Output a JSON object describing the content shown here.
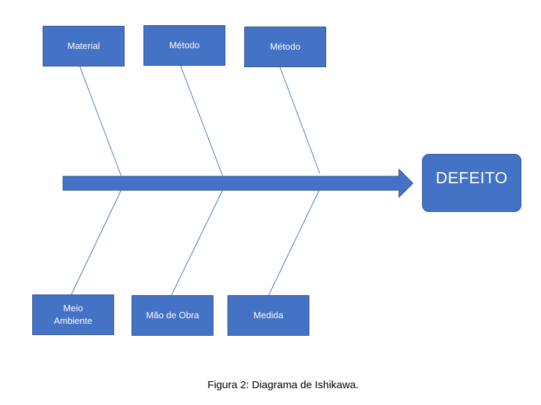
{
  "diagram": {
    "effect": "DEFEITO",
    "top_causes": [
      "Material",
      "Método",
      "Método"
    ],
    "bottom_causes": [
      "Meio Ambiente",
      "Mão de Obra",
      "Medida"
    ]
  },
  "caption": "Figura 2: Diagrama de Ishikawa.",
  "colors": {
    "box_fill": "#4472c4",
    "box_border": "#2f528f",
    "bone_line": "#4472c4",
    "box_text": "#ffffff",
    "caption_text": "#000000"
  }
}
